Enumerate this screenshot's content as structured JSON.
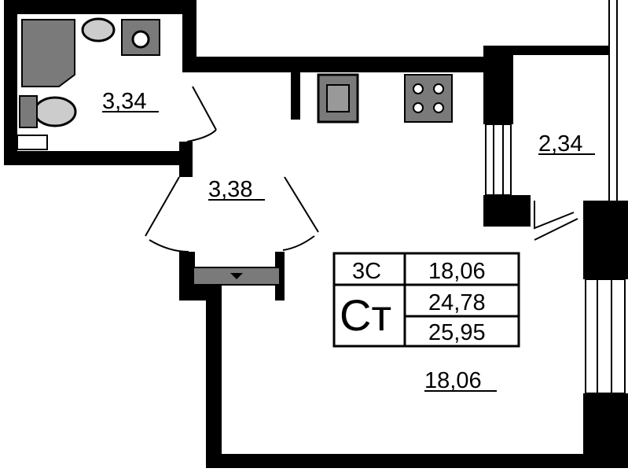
{
  "rooms": {
    "bathroom_area": "3,34",
    "hall_area": "3,38",
    "balcony_area": "2,34",
    "living_area": "18,06"
  },
  "summary_table": {
    "room_code": "3С",
    "type": "Ст",
    "living": "18,06",
    "total": "24,78",
    "total_with_balcony": "25,95"
  },
  "colors": {
    "wall": "#000000",
    "fixture": "#7a7a7a",
    "background": "#ffffff"
  }
}
